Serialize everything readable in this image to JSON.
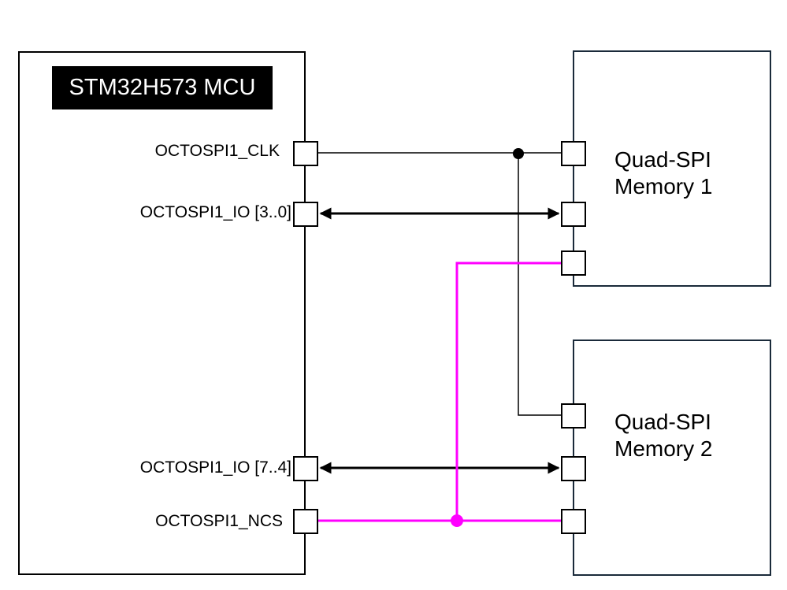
{
  "mcu": {
    "title": "STM32H573 MCU",
    "pins": {
      "clk": "OCTOSPI1_CLK",
      "io_low": "OCTOSPI1_IO [3..0]",
      "io_high": "OCTOSPI1_IO [7..4]",
      "ncs": "OCTOSPI1_NCS"
    }
  },
  "memory1": {
    "line1": "Quad-SPI",
    "line2": "Memory 1"
  },
  "memory2": {
    "line1": "Quad-SPI",
    "line2": "Memory 2"
  },
  "colors": {
    "ncs_wire": "#ff00ff",
    "wire": "#000000",
    "box_border": "#1a2a3a"
  }
}
